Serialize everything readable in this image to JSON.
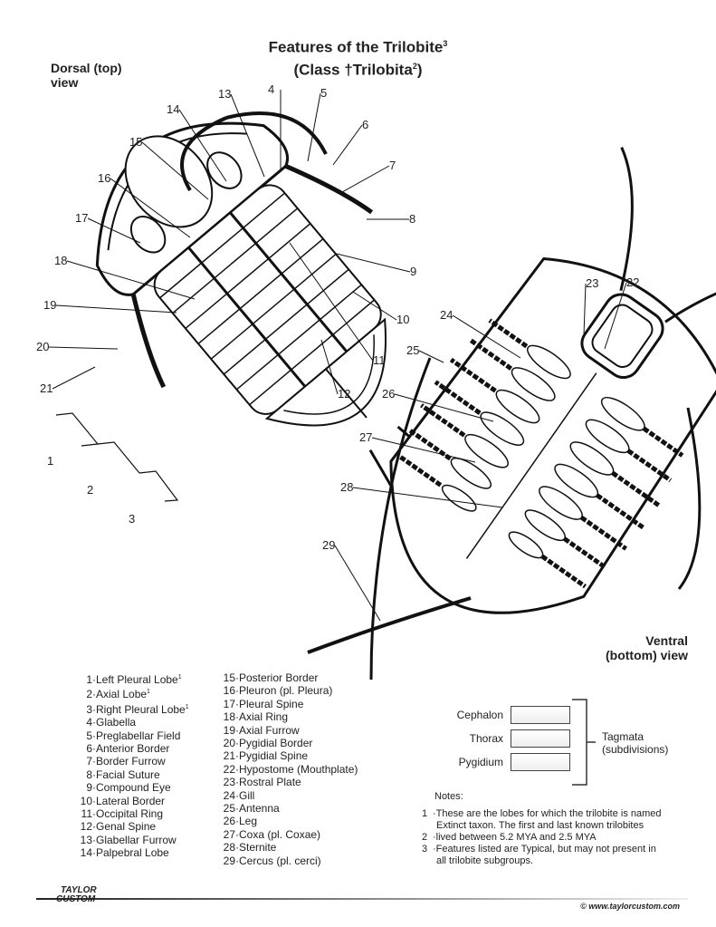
{
  "title": {
    "line1": "Features of the Trilobite",
    "sup1": "3",
    "line2a": "(Class †Trilobita",
    "sup2": "2",
    "line2b": ")"
  },
  "dorsal_label": {
    "line1": "Dorsal (top)",
    "line2": "view"
  },
  "ventral_label": {
    "line1": "Ventral",
    "line2": "(bottom) view"
  },
  "callouts": [
    "1",
    "2",
    "3",
    "4",
    "5",
    "6",
    "7",
    "8",
    "9",
    "10",
    "11",
    "12",
    "13",
    "14",
    "15",
    "16",
    "17",
    "18",
    "19",
    "20",
    "21",
    "22",
    "23",
    "24",
    "25",
    "26",
    "27",
    "28",
    "29"
  ],
  "legend_col1": [
    {
      "n": "1",
      "label": "Left Pleural Lobe",
      "sup": "1"
    },
    {
      "n": "2",
      "label": "Axial Lobe",
      "sup": "1"
    },
    {
      "n": "3",
      "label": "Right Pleural Lobe",
      "sup": "1"
    },
    {
      "n": "4",
      "label": "Glabella"
    },
    {
      "n": "5",
      "label": "Preglabellar Field"
    },
    {
      "n": "6",
      "label": "Anterior Border"
    },
    {
      "n": "7",
      "label": "Border Furrow"
    },
    {
      "n": "8",
      "label": "Facial Suture"
    },
    {
      "n": "9",
      "label": "Compound Eye"
    },
    {
      "n": "10",
      "label": "Lateral Border"
    },
    {
      "n": "11",
      "label": "Occipital Ring"
    },
    {
      "n": "12",
      "label": "Genal Spine"
    },
    {
      "n": "13",
      "label": "Glabellar Furrow"
    },
    {
      "n": "14",
      "label": "Palpebral Lobe"
    }
  ],
  "legend_col2": [
    {
      "n": "15",
      "label": "Posterior Border"
    },
    {
      "n": "16",
      "label": "Pleuron (pl. Pleura)"
    },
    {
      "n": "17",
      "label": "Pleural Spine"
    },
    {
      "n": "18",
      "label": "Axial Ring"
    },
    {
      "n": "19",
      "label": "Axial Furrow"
    },
    {
      "n": "20",
      "label": "Pygidial Border"
    },
    {
      "n": "21",
      "label": "Pygidial Spine"
    },
    {
      "n": "22",
      "label": "Hypostome (Mouthplate)"
    },
    {
      "n": "23",
      "label": "Rostral Plate"
    },
    {
      "n": "24",
      "label": "Gill"
    },
    {
      "n": "25",
      "label": "Antenna"
    },
    {
      "n": "26",
      "label": "Leg"
    },
    {
      "n": "27",
      "label": "Coxa (pl. Coxae)"
    },
    {
      "n": "28",
      "label": "Sternite"
    },
    {
      "n": "29",
      "label": "Cercus (pl. cerci)"
    }
  ],
  "tagmata": {
    "rows": [
      "Cephalon",
      "Thorax",
      "Pygidium"
    ],
    "label1": "Tagmata",
    "label2": "(subdivisions)"
  },
  "notes": {
    "heading": "Notes:",
    "items": [
      {
        "n": "1",
        "lines": [
          "These are the lobes for which the trilobite is named",
          "Extinct taxon. The first and last known trilobites"
        ]
      },
      {
        "n": "2",
        "lines": [
          "lived between 5.2 MYA and 2.5 MYA"
        ]
      },
      {
        "n": "3",
        "lines": [
          "Features listed are Typical, but may not present in",
          "all trilobite subgroups."
        ]
      }
    ]
  },
  "footer": {
    "logo1": "TAYLOR",
    "logo2": "CUSTOM",
    "copyright": "© www.taylorcustom.com"
  }
}
